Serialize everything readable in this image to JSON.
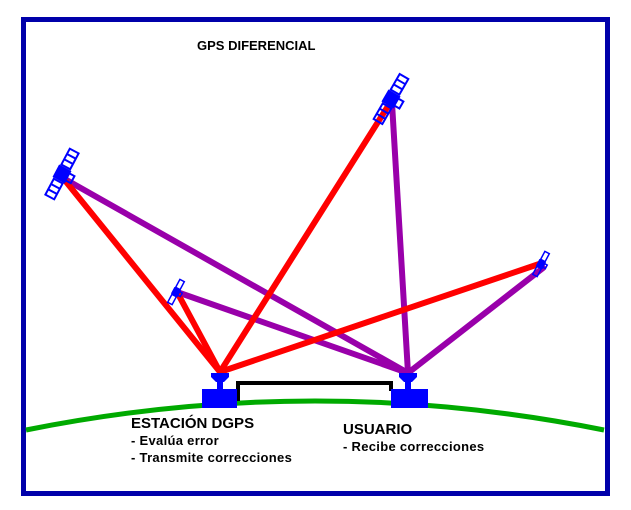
{
  "title": "GPS DIFERENCIAL",
  "colors": {
    "frame": "#0000AA",
    "ground": "#00AA00",
    "station_to_satellite": "#FF0000",
    "user_to_satellite": "#9900AA",
    "equipment": "#0000FF",
    "link": "#000000"
  },
  "satellites": [
    {
      "name": "satellite-1",
      "icon": "satellite-icon"
    },
    {
      "name": "satellite-2",
      "icon": "satellite-icon"
    },
    {
      "name": "satellite-3",
      "icon": "satellite-icon"
    },
    {
      "name": "satellite-4",
      "icon": "satellite-icon"
    }
  ],
  "station": {
    "title": "ESTACIÓN DGPS",
    "items": [
      "- Evalúa error",
      "- Transmite correcciones"
    ]
  },
  "user": {
    "title": "USUARIO",
    "items": [
      "- Recibe correcciones"
    ]
  }
}
